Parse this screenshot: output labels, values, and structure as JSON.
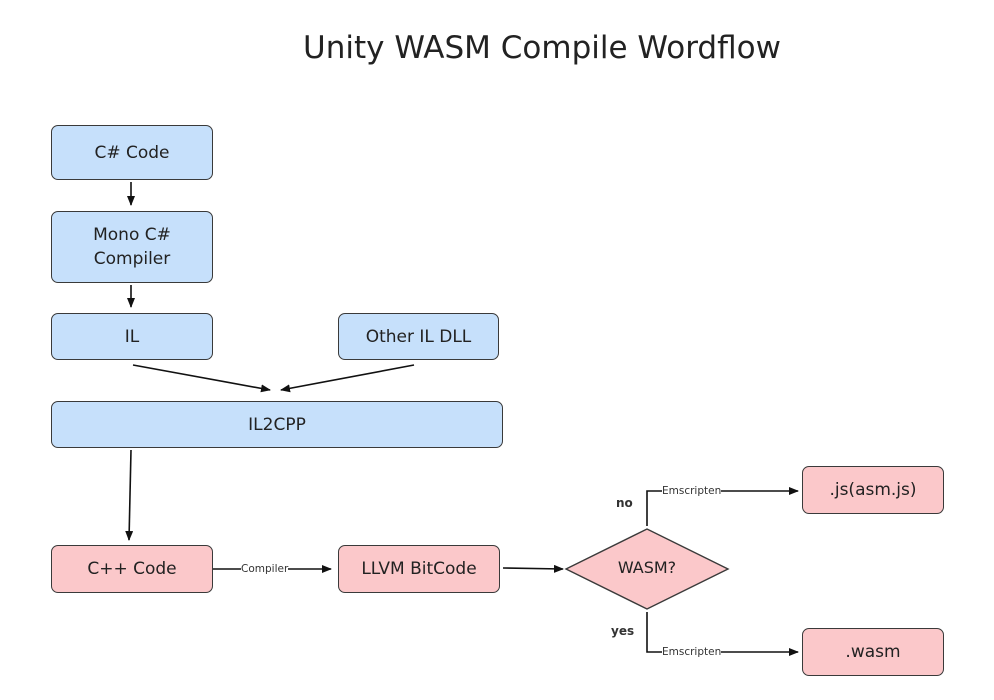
{
  "title": "Unity WASM Compile Wordflow",
  "nodes": {
    "csharp_code": "C# Code",
    "mono_compiler_line1": "Mono C#",
    "mono_compiler_line2": "Compiler",
    "il": "IL",
    "other_il_dll": "Other IL DLL",
    "il2cpp": "IL2CPP",
    "cpp_code": "C++ Code",
    "llvm_bitcode": "LLVM BitCode",
    "wasm_decision": "WASM?",
    "js_output": ".js(asm.js)",
    "wasm_output": ".wasm"
  },
  "edges": {
    "compiler_label": "Compiler",
    "emscripten_no_label": "Emscripten",
    "emscripten_yes_label": "Emscripten",
    "no_label": "no",
    "yes_label": "yes"
  },
  "colors": {
    "blue_fill": "#c6e0fb",
    "red_fill": "#fbc8ca",
    "stroke": "#3a3a3a"
  }
}
